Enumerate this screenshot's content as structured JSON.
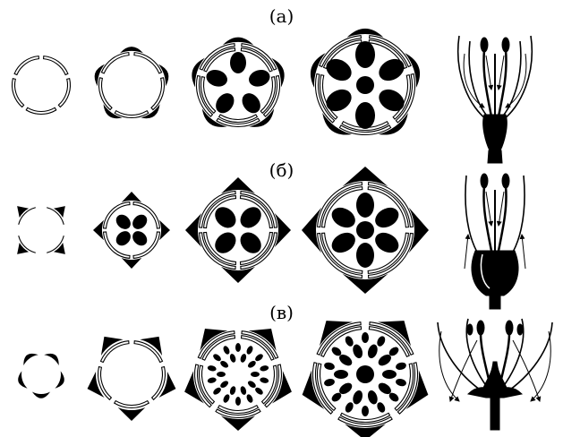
{
  "rows": [
    {
      "label": "(а)",
      "sepals": 5,
      "stamen_gap": 10
    },
    {
      "label": "(б)",
      "sepals": 4,
      "stamen_gap": 8
    },
    {
      "label": "(в)",
      "sepals": 5,
      "stamen_gap": 10
    }
  ],
  "colors": {
    "ink": "#000000",
    "paper": "#ffffff"
  }
}
